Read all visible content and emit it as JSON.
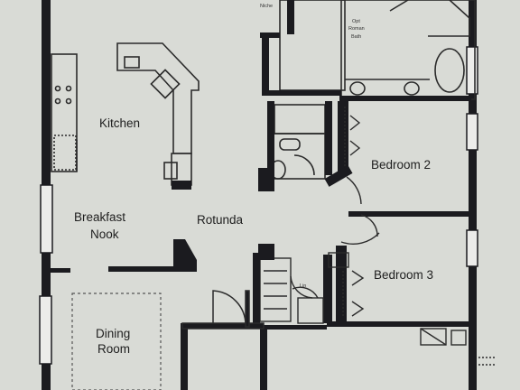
{
  "plan": {
    "rooms": {
      "kitchen": "Kitchen",
      "breakfast_nook_line1": "Breakfast",
      "breakfast_nook_line2": "Nook",
      "rotunda": "Rotunda",
      "bedroom_2": "Bedroom 2",
      "bedroom_3": "Bedroom 3",
      "dining_line1": "Dining",
      "dining_line2": "Room"
    },
    "small_labels": {
      "top_niche": "Niche",
      "bath_line1": "Opt",
      "bath_line2": "Roman",
      "bath_line3": "Bath",
      "linen": "Lin"
    },
    "colors": {
      "paper": "#d9dbd6",
      "wall": "#1b1b1f",
      "line": "#3a3a3a",
      "window": "#ececea"
    }
  }
}
